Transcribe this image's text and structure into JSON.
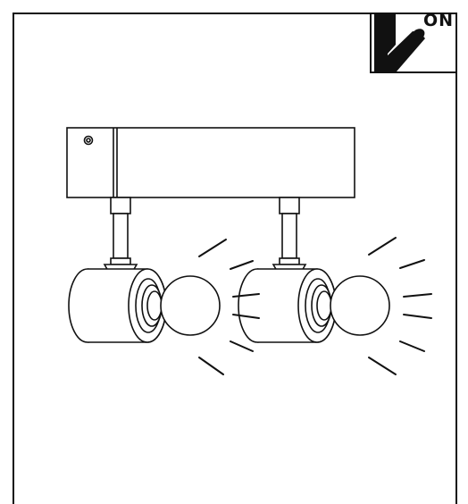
{
  "switch_indicator": {
    "label": "ON",
    "icon": "light-switch-on-icon"
  },
  "illustration": {
    "subject": "twin-spotlight-fixture",
    "spotlight_count": 2,
    "state": "lit",
    "parts": [
      "mounting-box",
      "screw",
      "stem",
      "cylinder-head",
      "bulb",
      "light-rays"
    ]
  },
  "colors": {
    "line": "#111111",
    "background": "#ffffff"
  }
}
